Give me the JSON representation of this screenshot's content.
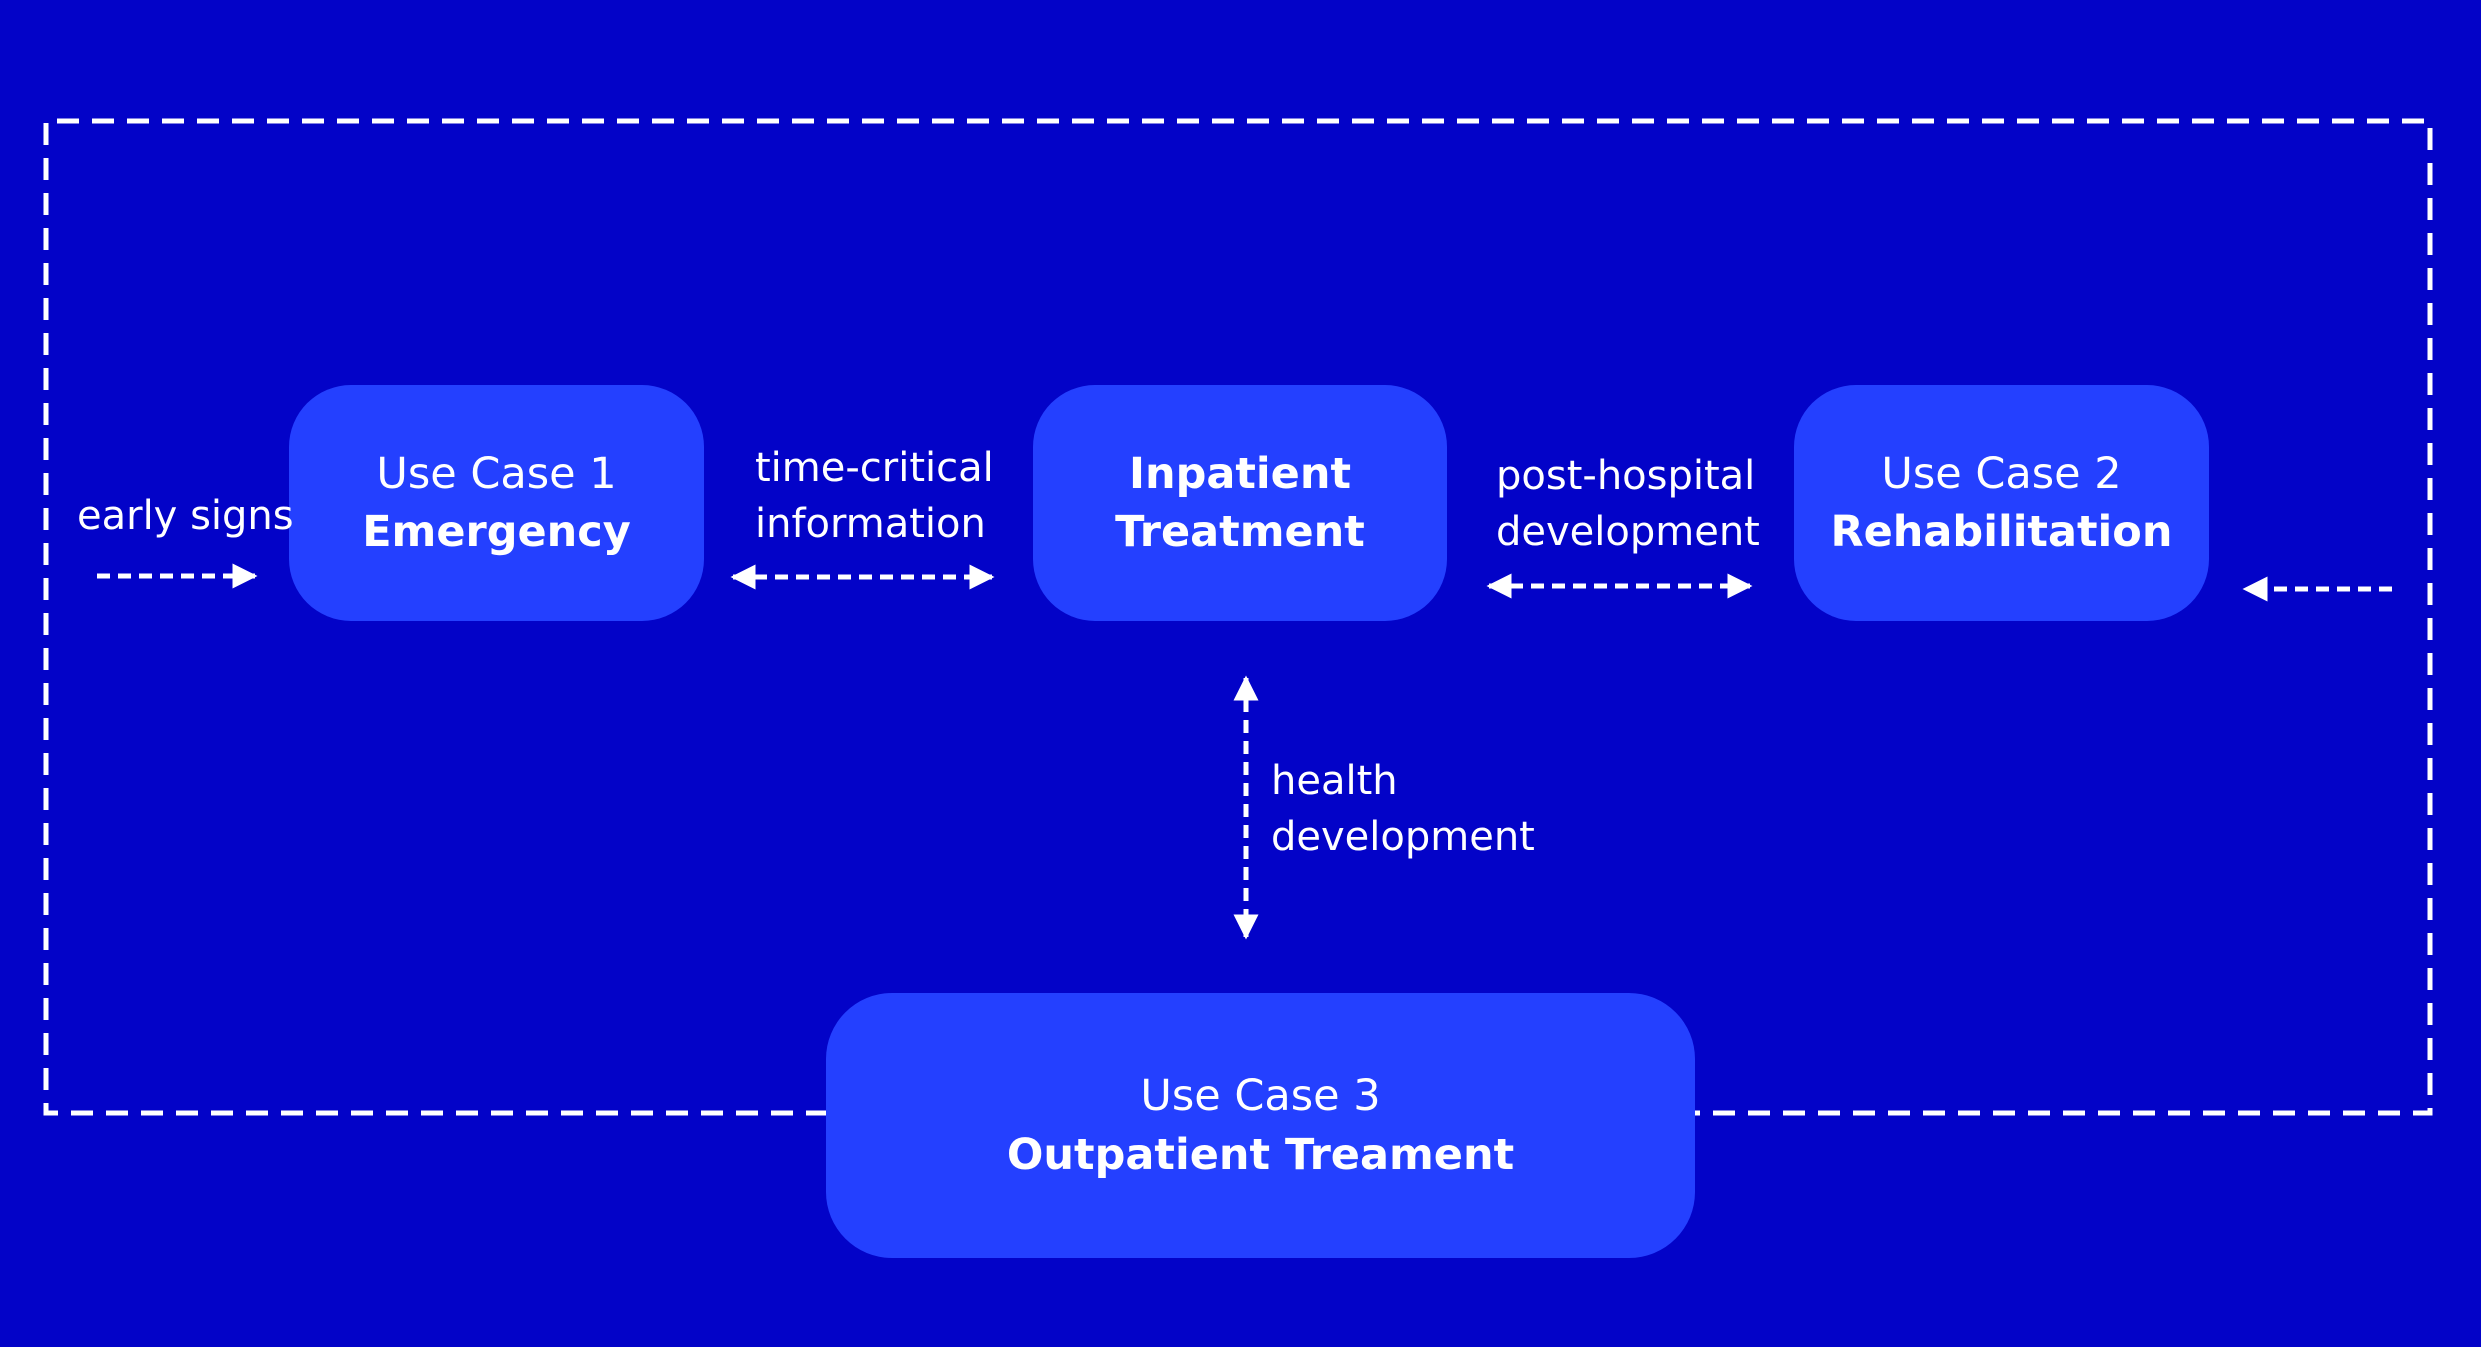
{
  "colors": {
    "background": "#0303c8",
    "box_fill": "#2440ff",
    "line": "#ffffff",
    "text": "#ffffff"
  },
  "boxes": {
    "emergency": {
      "line1": "Use Case 1",
      "line2": "Emergency"
    },
    "inpatient": {
      "line1": "Inpatient",
      "line2": "Treatment"
    },
    "rehabilitation": {
      "line1": "Use Case 2",
      "line2": "Rehabilitation"
    },
    "outpatient": {
      "line1": "Use Case 3",
      "line2": "Outpatient Treament"
    }
  },
  "labels": {
    "early_signs": "early signs",
    "time_critical_1": "time-critical",
    "time_critical_2": "information",
    "post_hospital_1": "post-hospital",
    "post_hospital_2": "development",
    "health_1": "health",
    "health_2": "development"
  }
}
